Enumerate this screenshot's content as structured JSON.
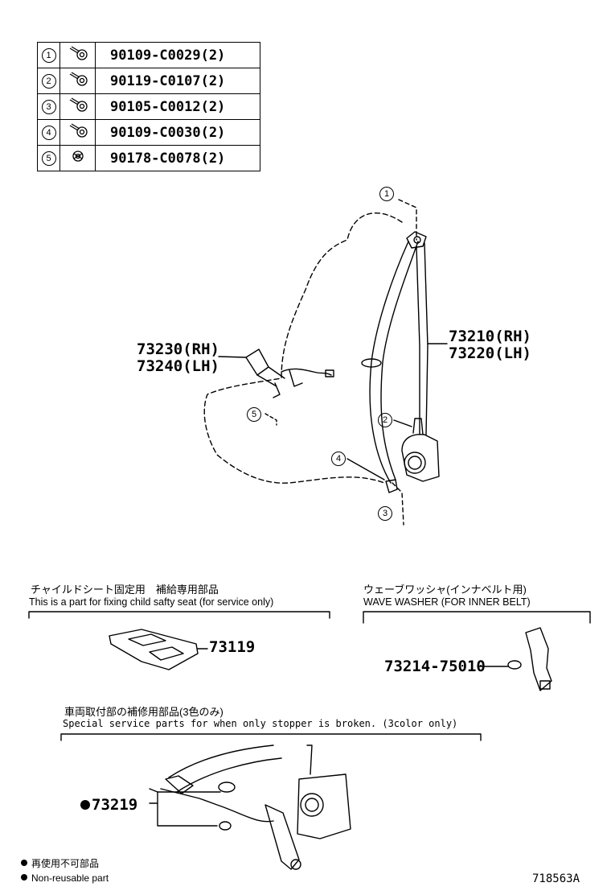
{
  "parts_table": [
    {
      "num": "1",
      "icon": "bolt-icon",
      "part": "90109-C0029(2)"
    },
    {
      "num": "2",
      "icon": "bolt-icon",
      "part": "90119-C0107(2)"
    },
    {
      "num": "3",
      "icon": "bolt-icon",
      "part": "90105-C0012(2)"
    },
    {
      "num": "4",
      "icon": "bolt-icon",
      "part": "90109-C0030(2)"
    },
    {
      "num": "5",
      "icon": "nut-icon",
      "part": "90178-C0078(2)"
    }
  ],
  "callouts": {
    "c1": "1",
    "c2": "2",
    "c3": "3",
    "c4": "4",
    "c5": "5"
  },
  "labels": {
    "buckle_rh": "73230(RH)",
    "buckle_lh": "73240(LH)",
    "belt_rh": "73210(RH)",
    "belt_lh": "73220(LH)",
    "child_part": "73119",
    "washer_part": "73214-75010",
    "stopper_part": "73219"
  },
  "sections": {
    "child_jp": "チャイルドシート固定用　補給専用部品",
    "child_en": "This is a part for fixing child safty seat (for service only)",
    "washer_jp": "ウェーブワッシャ(インナベルト用)",
    "washer_en": "WAVE WASHER (FOR INNER BELT)",
    "stopper_jp": "車両取付部の補修用部品(3色のみ)",
    "stopper_en": "Special service parts for when only stopper is broken. (3color only)"
  },
  "legend": {
    "jp": "再使用不可部品",
    "en": "Non-reusable part"
  },
  "figure_id": "718563A"
}
